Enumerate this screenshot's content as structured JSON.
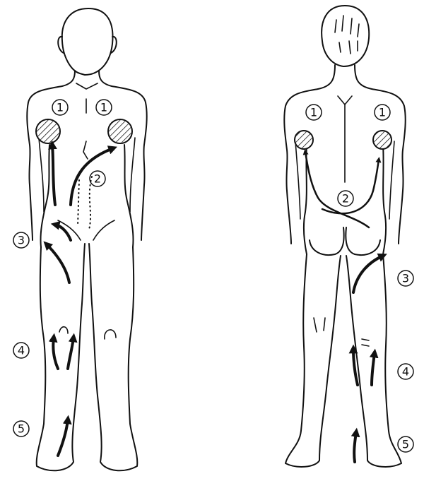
{
  "labels": {
    "one": "1",
    "two": "2",
    "three": "3",
    "four": "4",
    "five": "5"
  },
  "figures": [
    {
      "view": "front"
    },
    {
      "view": "back"
    }
  ],
  "colors": {
    "ink": "#111111",
    "paper": "#ffffff"
  }
}
